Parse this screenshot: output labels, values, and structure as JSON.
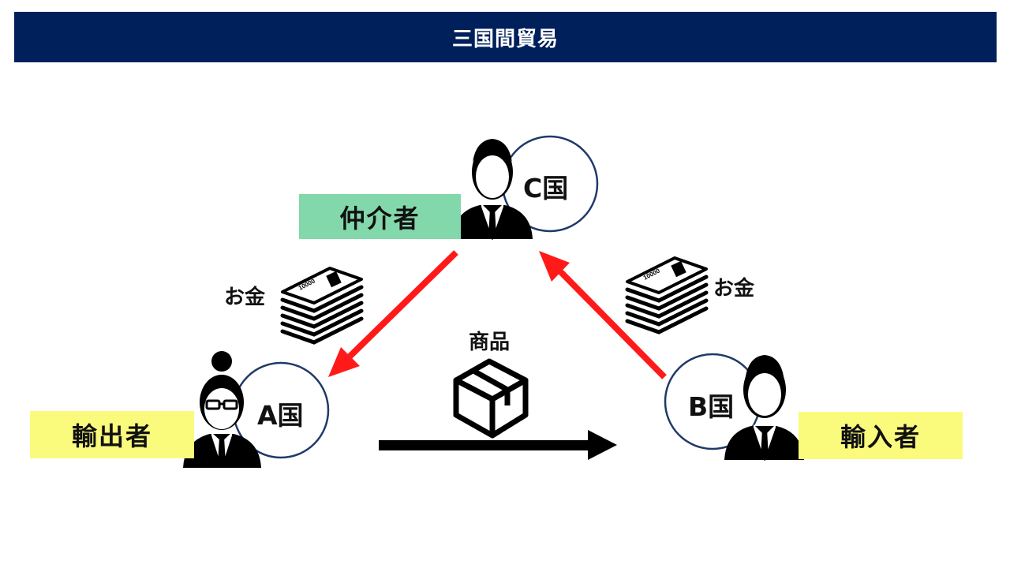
{
  "title": "三国間貿易",
  "roles": {
    "intermediary": "仲介者",
    "exporter": "輸出者",
    "importer": "輸入者"
  },
  "countries": {
    "c": "C国",
    "a": "A国",
    "b": "B国"
  },
  "flows": {
    "money_left": "お金",
    "money_right": "お金",
    "goods": "商品"
  },
  "banknote_label": "10000",
  "colors": {
    "title_bar": "#00205b",
    "intermediary_tag": "#82d8aa",
    "party_tag": "#fafa7d",
    "money_arrow": "#ff1a1a",
    "goods_arrow": "#000000",
    "circle_stroke": "#1f3a68"
  }
}
